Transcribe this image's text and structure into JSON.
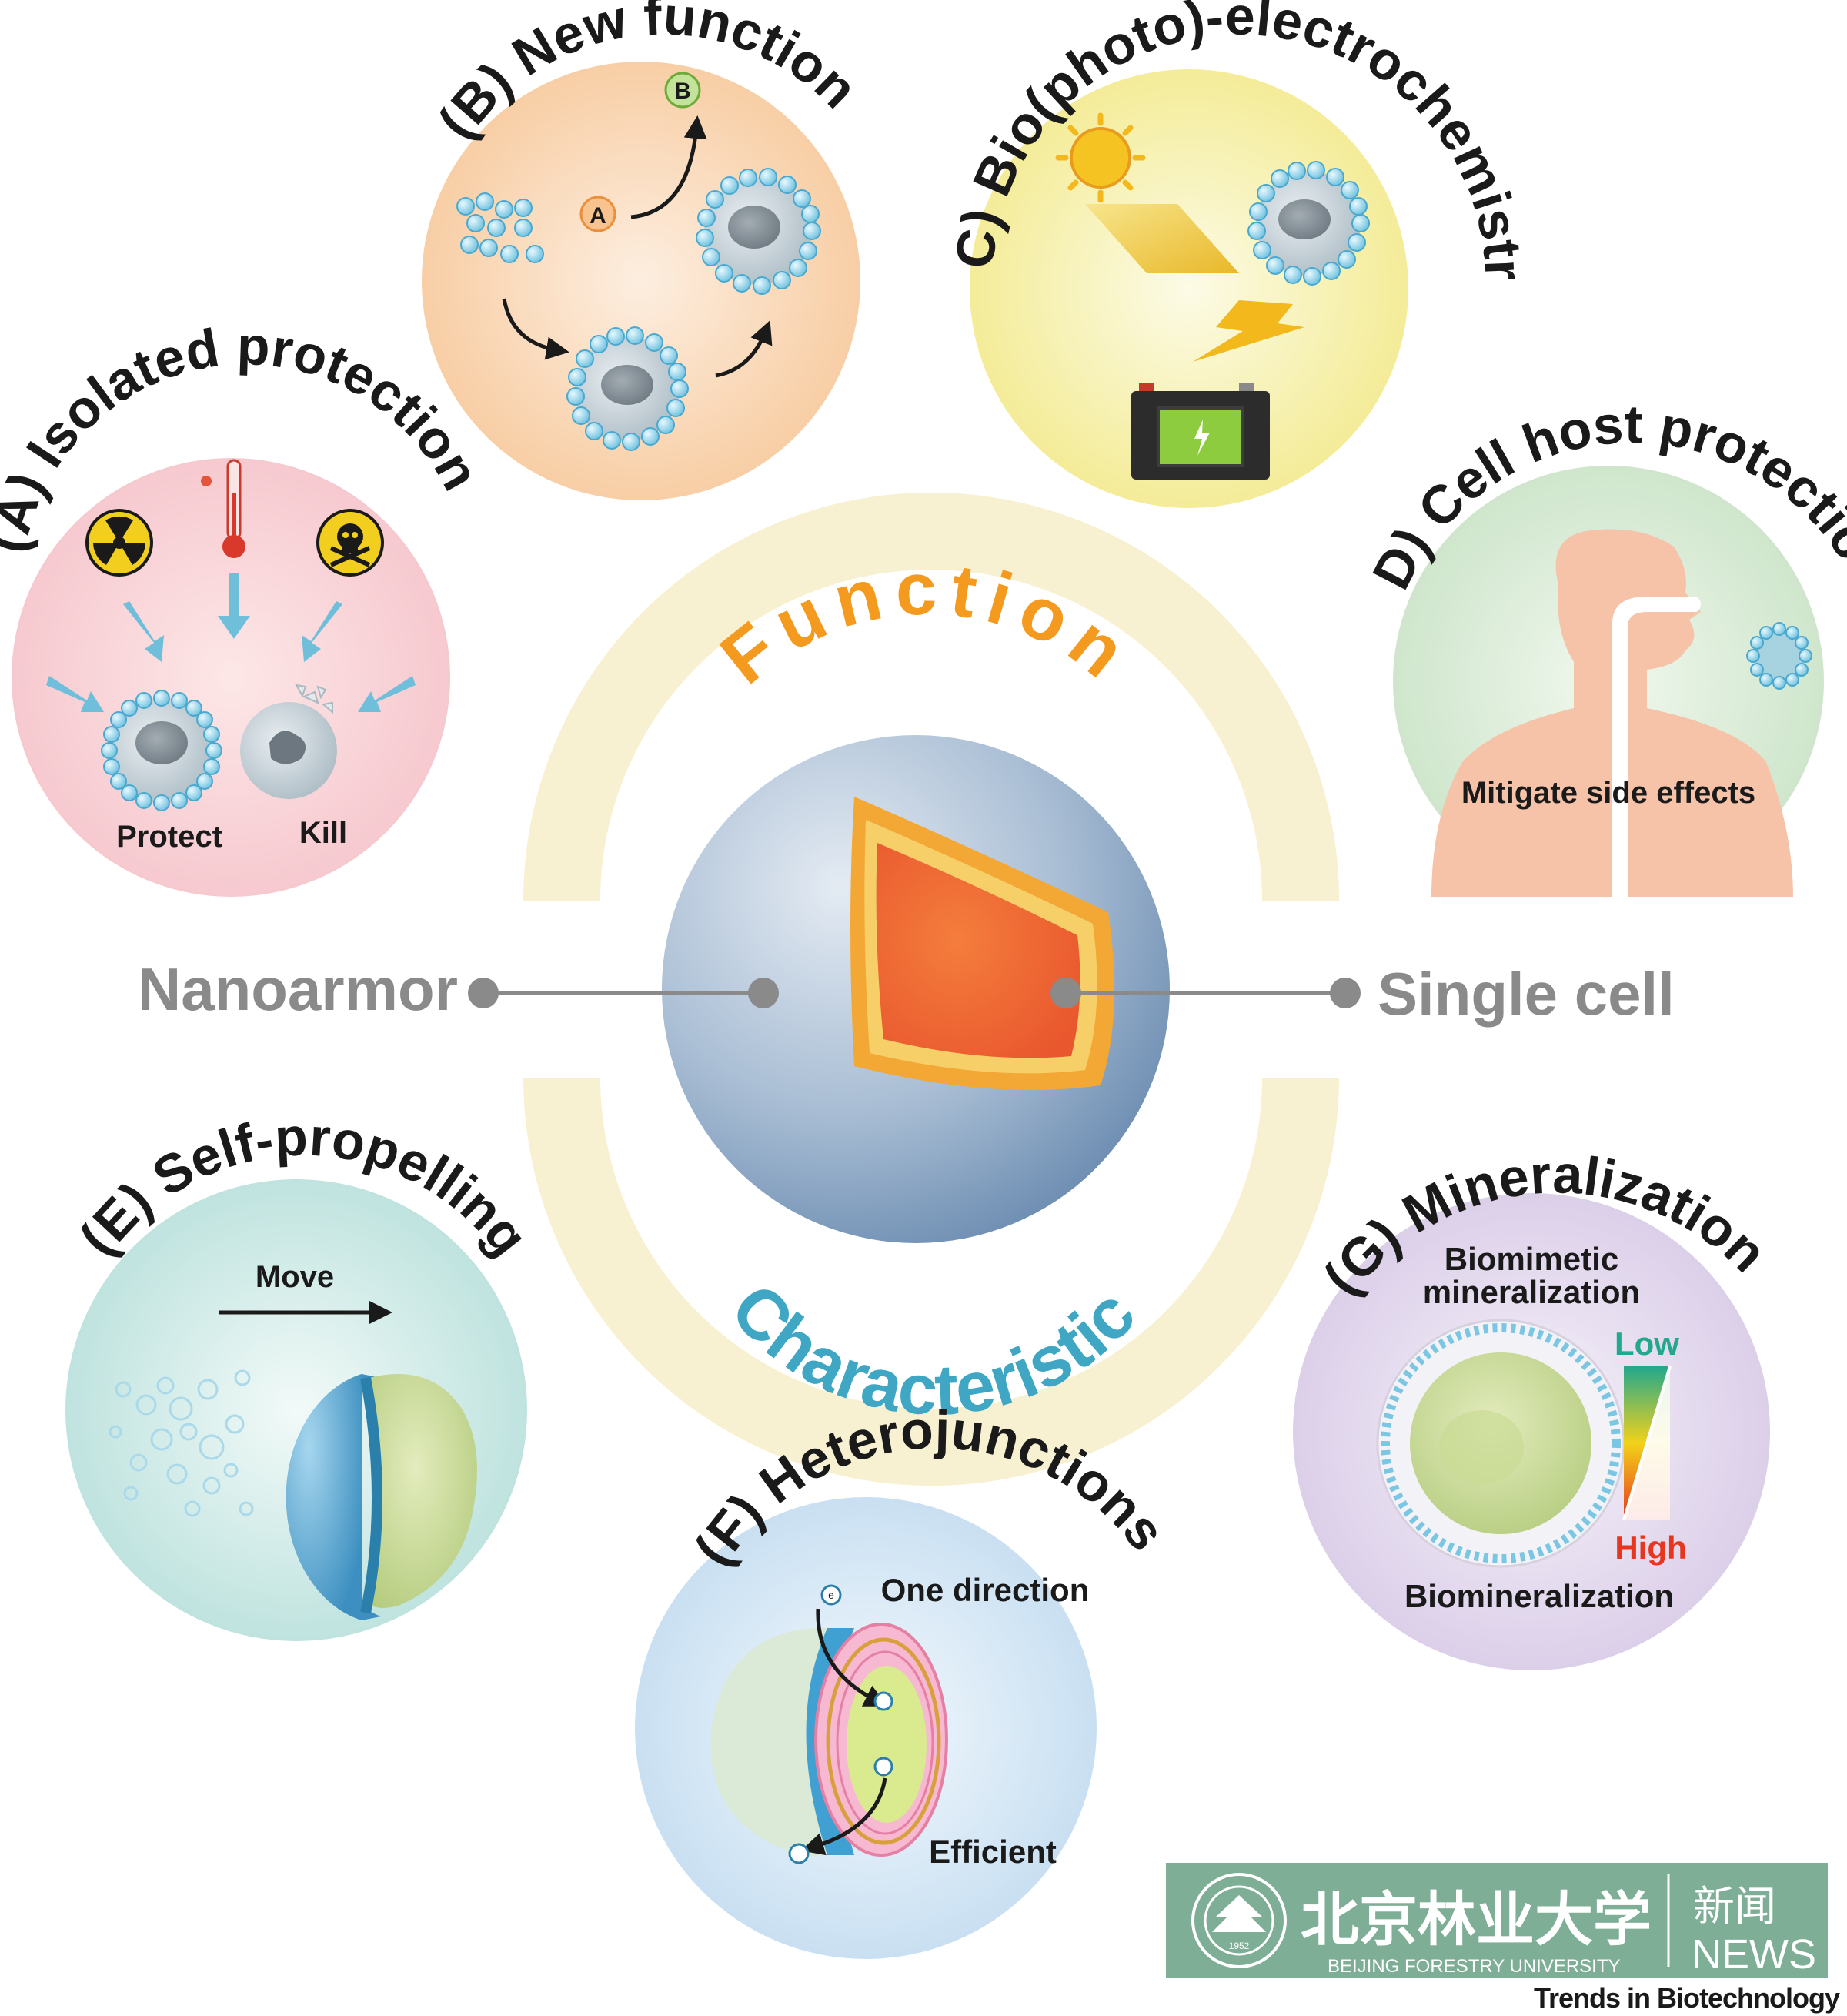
{
  "center": {
    "function_label": "Function",
    "characteristic_label": "Characteristic",
    "left_label": "Nanoarmor",
    "right_label": "Single cell"
  },
  "panels": {
    "A": {
      "title": "(A) Isolated protection",
      "protect": "Protect",
      "kill": "Kill"
    },
    "B": {
      "title": "(B) New function",
      "a": "A",
      "b": "B"
    },
    "C": {
      "title": "(C) Bio(photo)-electrochemistry"
    },
    "D": {
      "title": "(D) Cell host protection",
      "caption": "Mitigate side effects"
    },
    "E": {
      "title": "(E) Self-propelling",
      "move": "Move"
    },
    "F": {
      "title": "(F) Heterojunctions",
      "e": "e",
      "one_direction": "One direction",
      "efficient": "Efficient"
    },
    "G": {
      "title": "(G) Mineralization",
      "biomimetic_1": "Biomimetic",
      "biomimetic_2": "mineralization",
      "low": "Low",
      "high": "High",
      "biomineralization": "Biomineralization"
    }
  },
  "logo": {
    "chinese": "北京林业大学",
    "english": "BEIJING FORESTRY UNIVERSITY",
    "news_cn": "新闻",
    "news_en": "NEWS",
    "year": "1952"
  },
  "journal": "Trends in Biotechnology",
  "colors": {
    "function": "#f39a1f",
    "characteristic": "#3fa6c4",
    "gray_label": "#8a8a8a",
    "logo_green": "#7fae96"
  }
}
